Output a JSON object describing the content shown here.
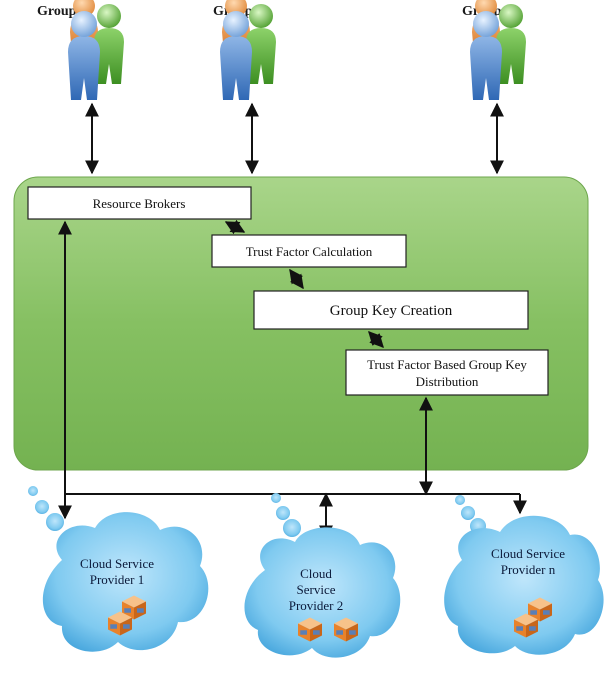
{
  "groups": [
    {
      "label": "Group 1"
    },
    {
      "label": "Group 2"
    },
    {
      "label": "Group n"
    }
  ],
  "process_boxes": {
    "resource_brokers": "Resource Brokers",
    "trust_factor_calculation": "Trust Factor Calculation",
    "group_key_creation": "Group Key Creation",
    "distribution_line1": "Trust Factor Based Group Key",
    "distribution_line2": "Distribution"
  },
  "providers": [
    {
      "lines": [
        "Cloud Service",
        "Provider 1"
      ]
    },
    {
      "lines": [
        "Cloud",
        "Service",
        "Provider 2"
      ]
    },
    {
      "lines": [
        "Cloud Service",
        "Provider n"
      ]
    }
  ],
  "colors": {
    "panel_green": "#8cc46a",
    "cloud_blue": "#79c6ef",
    "box_fill": "#ffffff",
    "arrow": "#111111"
  },
  "icons": [
    "user-group-icon",
    "server-boxes-icon"
  ]
}
